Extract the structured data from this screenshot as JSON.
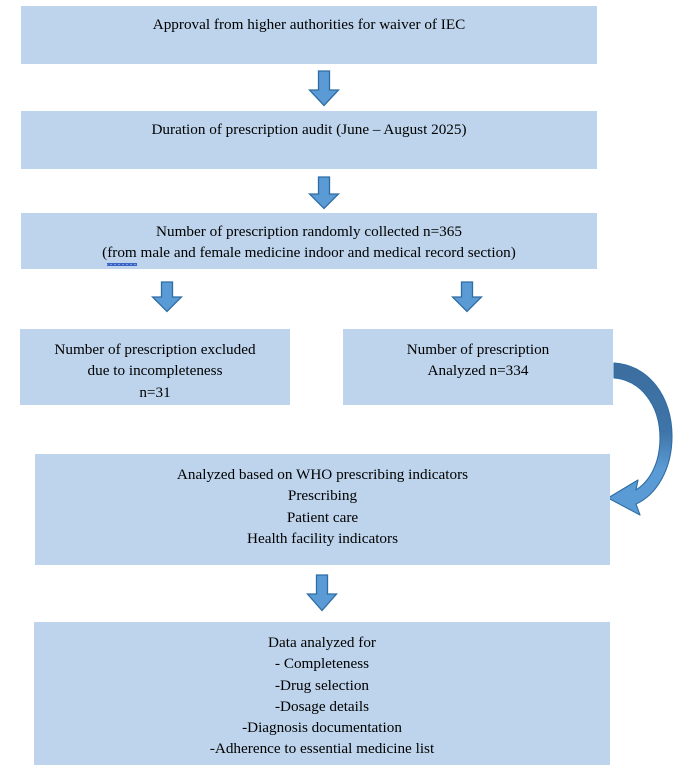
{
  "diagram": {
    "type": "flowchart",
    "title": "Prescription audit study flow",
    "orientation": "top-to-bottom",
    "box_fill_color": "#bdd4ec",
    "arrow_fill_color": "#5b9bd5",
    "arrow_border_color": "#2e6da4",
    "curved_arrow_dark_color": "#3c6e9f",
    "text_color": "#000000",
    "nodes": [
      {
        "id": "approval",
        "name": "approval-box",
        "lines": [
          "Approval from higher authorities for waiver of IEC"
        ]
      },
      {
        "id": "duration",
        "name": "duration-box",
        "lines": [
          "Duration of prescription audit (June – August 2025)"
        ]
      },
      {
        "id": "collected",
        "name": "collected-box",
        "lines": [
          "Number of prescription randomly collected n=365",
          "(from male and female medicine indoor and medical record section)"
        ],
        "line2_prefix": "(",
        "line2_spellchecked_word": "from",
        "line2_suffix": " male and female medicine indoor and medical record section)"
      },
      {
        "id": "excluded",
        "name": "excluded-box",
        "lines": [
          "Number of prescription excluded",
          "due to incompleteness",
          "n=31"
        ]
      },
      {
        "id": "analyzed",
        "name": "analyzed-box",
        "lines": [
          "Number of prescription",
          "Analyzed n=334"
        ]
      },
      {
        "id": "who-indicators",
        "name": "who-indicators-box",
        "lines": [
          "Analyzed based on WHO prescribing indicators",
          "Prescribing",
          "Patient care",
          "Health facility indicators"
        ]
      },
      {
        "id": "data-analyzed",
        "name": "data-analyzed-box",
        "lines": [
          "Data analyzed for",
          "- Completeness",
          "-Drug selection",
          "-Dosage details",
          "-Diagnosis documentation",
          "-Adherence to essential medicine list"
        ]
      }
    ],
    "connectors": [
      {
        "id": "c1",
        "name": "arrow-approval-to-duration",
        "kind": "down-arrow",
        "from": "approval",
        "to": "duration"
      },
      {
        "id": "c2",
        "name": "arrow-duration-to-collected",
        "kind": "down-arrow",
        "from": "duration",
        "to": "collected"
      },
      {
        "id": "c3",
        "name": "arrow-collected-to-excluded",
        "kind": "down-arrow",
        "from": "collected",
        "to": "excluded"
      },
      {
        "id": "c4",
        "name": "arrow-collected-to-analyzed",
        "kind": "down-arrow",
        "from": "collected",
        "to": "analyzed"
      },
      {
        "id": "c5",
        "name": "curved-arrow-analyzed-to-who-indicators",
        "kind": "curved-arrow",
        "from": "analyzed",
        "to": "who-indicators"
      },
      {
        "id": "c6",
        "name": "arrow-who-indicators-to-data-analyzed",
        "kind": "down-arrow",
        "from": "who-indicators",
        "to": "data-analyzed"
      }
    ]
  }
}
